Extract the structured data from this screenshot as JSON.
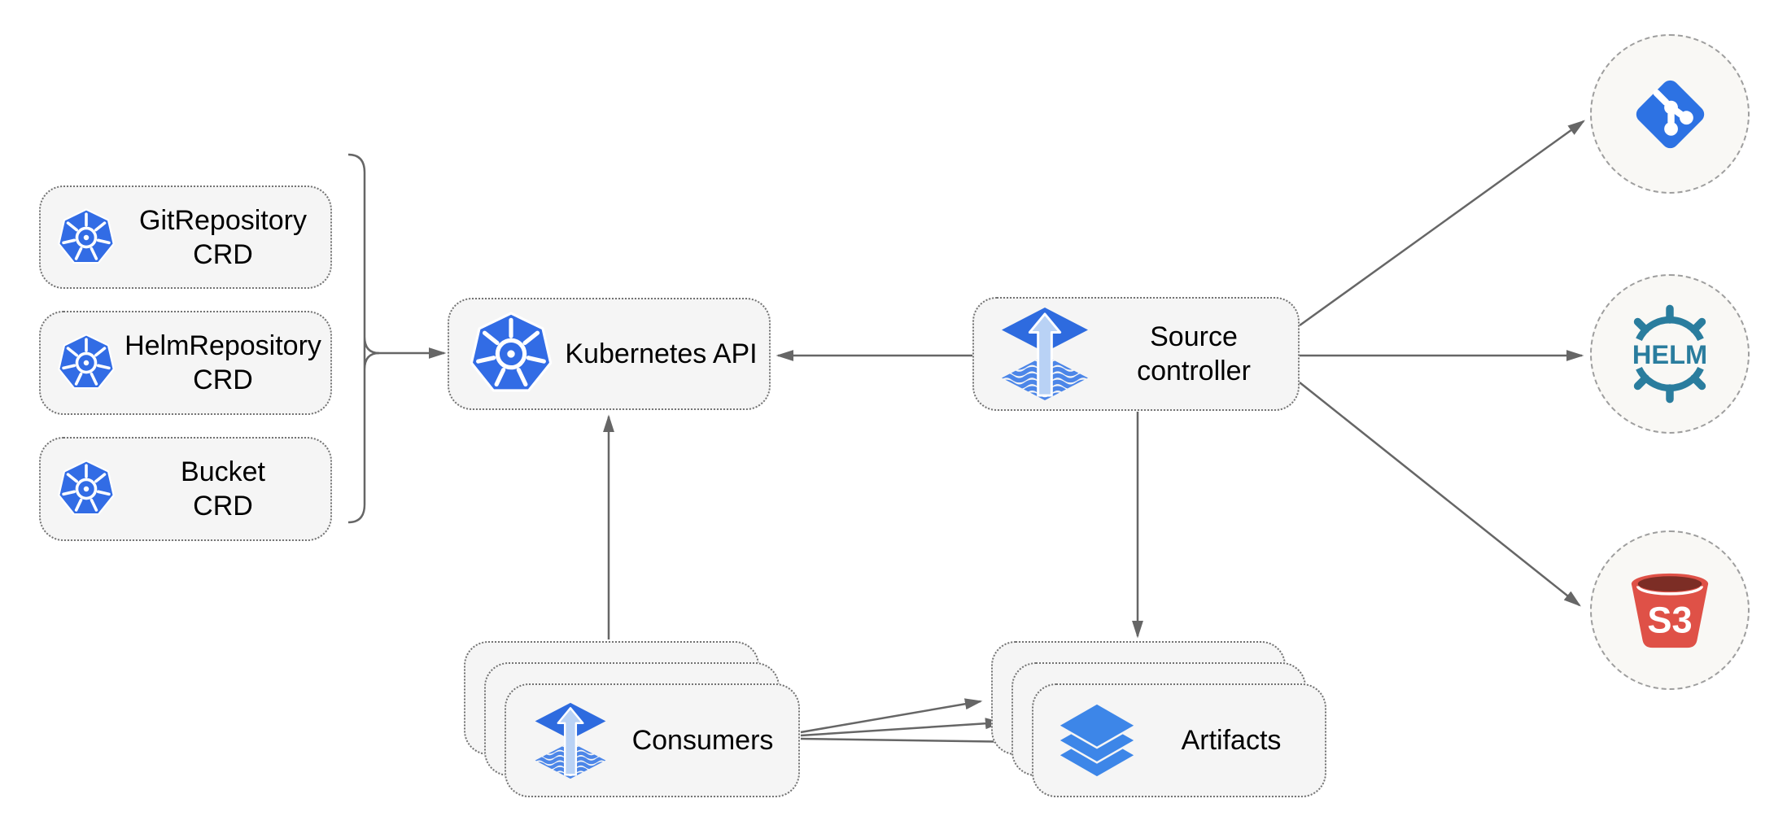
{
  "diagram": {
    "type": "architecture-diagram",
    "subject": "Flux source-controller architecture",
    "crd_boxes": [
      {
        "id": "gitrepository-crd",
        "line1": "GitRepository",
        "line2": "CRD"
      },
      {
        "id": "helmrepository-crd",
        "line1": "HelmRepository",
        "line2": "CRD"
      },
      {
        "id": "bucket-crd",
        "line1": "Bucket",
        "line2": "CRD"
      }
    ],
    "kubernetes_api": {
      "label": "Kubernetes API"
    },
    "source_controller": {
      "line1": "Source",
      "line2": "controller"
    },
    "consumers": {
      "label": "Consumers"
    },
    "artifacts": {
      "label": "Artifacts"
    },
    "externals": {
      "git": {
        "icon": "git-icon"
      },
      "helm": {
        "icon": "helm-icon",
        "label": "HELM"
      },
      "s3": {
        "icon": "s3-bucket-icon",
        "label": "S3"
      }
    },
    "edges": [
      "crds-to-kubernetes-api",
      "source-controller-to-kubernetes-api",
      "consumers-to-kubernetes-api",
      "source-controller-to-artifacts",
      "source-controller-to-git",
      "source-controller-to-helm",
      "source-controller-to-s3",
      "consumers-to-artifacts-1",
      "consumers-to-artifacts-2",
      "consumers-to-artifacts-3"
    ],
    "colors": {
      "node_fill": "#f5f5f5",
      "node_border": "#737373",
      "circle_fill": "#f9f8f5",
      "circle_border": "#9e9e9e",
      "arrow": "#666666",
      "kubernetes_blue": "#326ce5",
      "flux_blue": "#2e6bdf",
      "flux_light_blue": "#b9d2f5",
      "flux_wave_blue": "#4c86e8",
      "layers_blue": "#3d86e8",
      "git_blue": "#2d72e3",
      "helm_teal": "#2a7d9e",
      "s3_red": "#df5147",
      "s3_dark_red": "#7c2d25",
      "text": "#000000"
    }
  }
}
